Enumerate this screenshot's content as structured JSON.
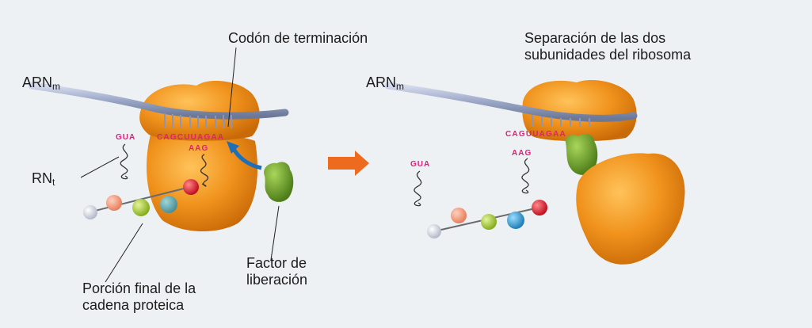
{
  "labels": {
    "codon_terminacion": "Codón de terminación",
    "separacion_line1": "Separación de las dos",
    "separacion_line2": "subunidades del ribosoma",
    "arn_left_main": "ARN",
    "arn_left_sub": "m",
    "arn_right_main": "ARN",
    "arn_right_sub": "m",
    "rnt_main": "RN",
    "rnt_sub": "t",
    "factor_line1": "Factor de",
    "factor_line2": "liberación",
    "porcion_line1": "Porción final de la",
    "porcion_line2": "cadena proteica"
  },
  "codons": {
    "trna_left": "GUA",
    "trna_in_site": "AAG",
    "mrna_left": "CAGCUUAGAA",
    "trna_right": "GUA",
    "trna_right2": "AAG",
    "mrna_right": "CAGUUAGAA"
  },
  "colors": {
    "ribosome": "#f0921c",
    "ribosome_shadow": "#c96a08",
    "mrna": "#9aa6c6",
    "release_factor": "#6ea22e",
    "arrow": "#ee6a1e",
    "codon": "#e0207a",
    "bead_red": "#e1192a",
    "bead_blue": "#2a9fd8",
    "bead_green": "#a6cc32",
    "bead_salmon": "#f4a184",
    "bead_grey": "#d8dce8"
  }
}
